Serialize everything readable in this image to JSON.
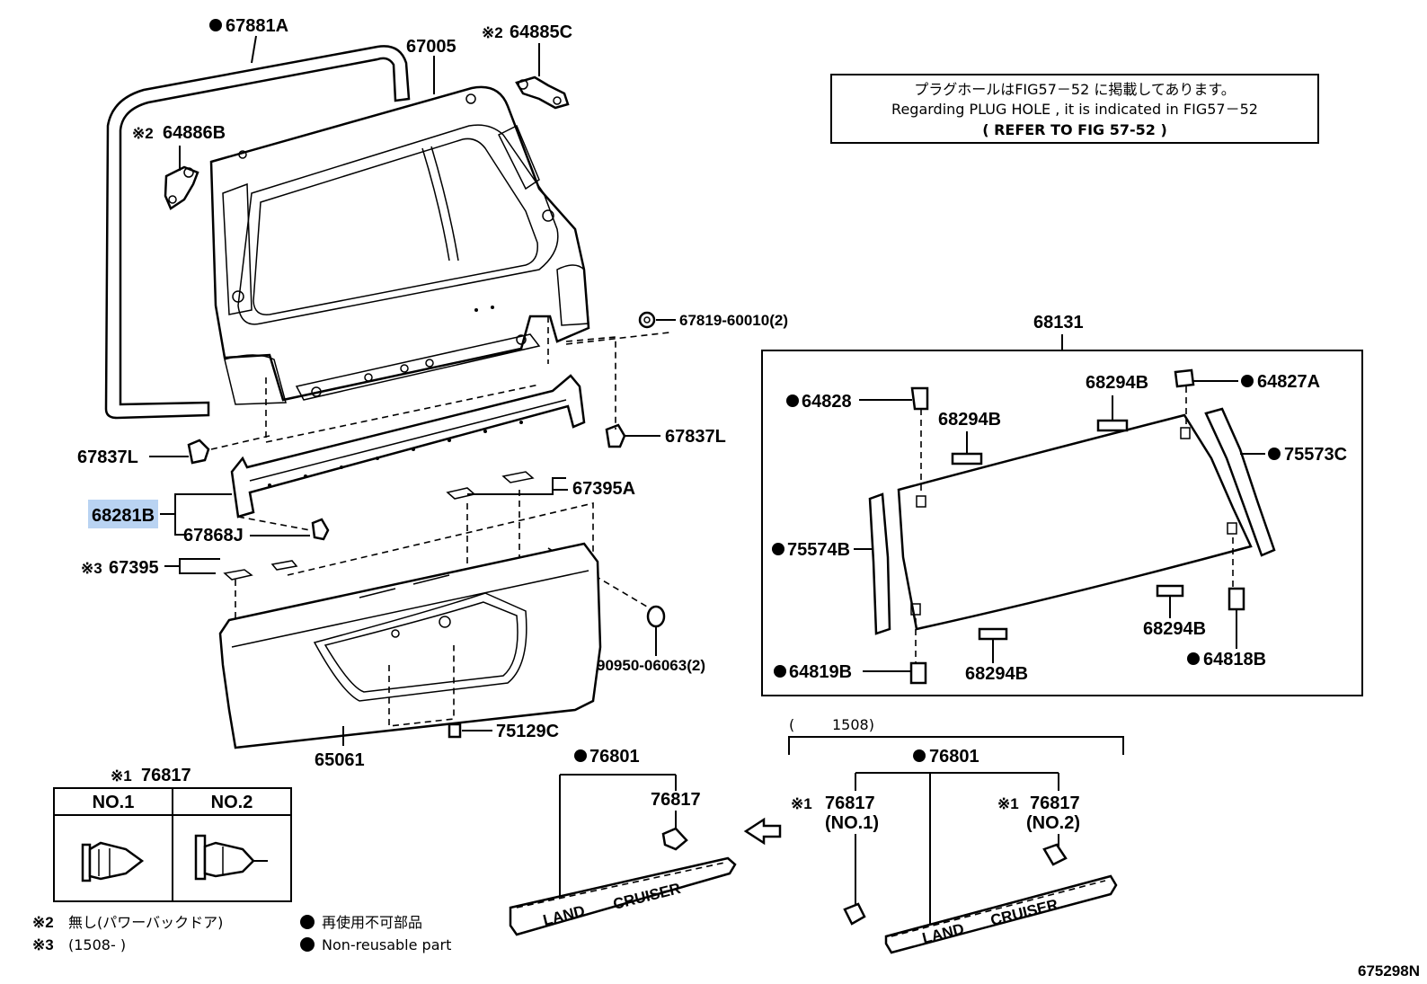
{
  "labels": {
    "p67881A": "67881A",
    "p67005": "67005",
    "p64885C": "64885C",
    "p64886B": "64886B",
    "p67819": "67819-60010(2)",
    "p67837L_left": "67837L",
    "p67837L_right": "67837L",
    "p68281B": "68281B",
    "p67868J": "67868J",
    "p67395A": "67395A",
    "p67395": "67395",
    "p90950": "90950-06063(2)",
    "p65061": "65061",
    "p75129C": "75129C",
    "p68131": "68131",
    "p64828": "64828",
    "p68294B_a": "68294B",
    "p68294B_b": "68294B",
    "p68294B_c": "68294B",
    "p68294B_d": "68294B",
    "p64827A": "64827A",
    "p75573C": "75573C",
    "p75574B": "75574B",
    "p64819B": "64819B",
    "p64818B": "64818B",
    "p76817_box": "76817",
    "p76801_left": "76801",
    "p76817_left": "76817",
    "p1508": "1508)",
    "p76801_right": "76801",
    "p76817_no1": "76817",
    "p76817_no2": "76817",
    "no1_paren": "(NO.1)",
    "no2_paren": "(NO.2)",
    "paren_open": "(",
    "mark1": "※1",
    "mark2": "※2",
    "mark3": "※3"
  },
  "table": {
    "col1": "NO.1",
    "col2": "NO.2"
  },
  "notice": {
    "line1": "プラグホールはFIG57－52 に掲載してあります。",
    "line2": "Regarding  PLUG  HOLE  , it  is  indicated  in  FIG57－52",
    "line3": "(    REFER  TO  FIG  57-52    )"
  },
  "legend": {
    "note2_mark": "※2",
    "note2_text": "無し(パワーバックドア)",
    "note3_mark": "※3",
    "note3_text": "(1508-        )",
    "jp": "再使用不可部品",
    "en": "Non-reusable part"
  },
  "emblem": {
    "text_left": "LAND",
    "text_right": "CRUISER"
  },
  "figure_id": "675298N",
  "highlight_color": "#b9d3f2"
}
